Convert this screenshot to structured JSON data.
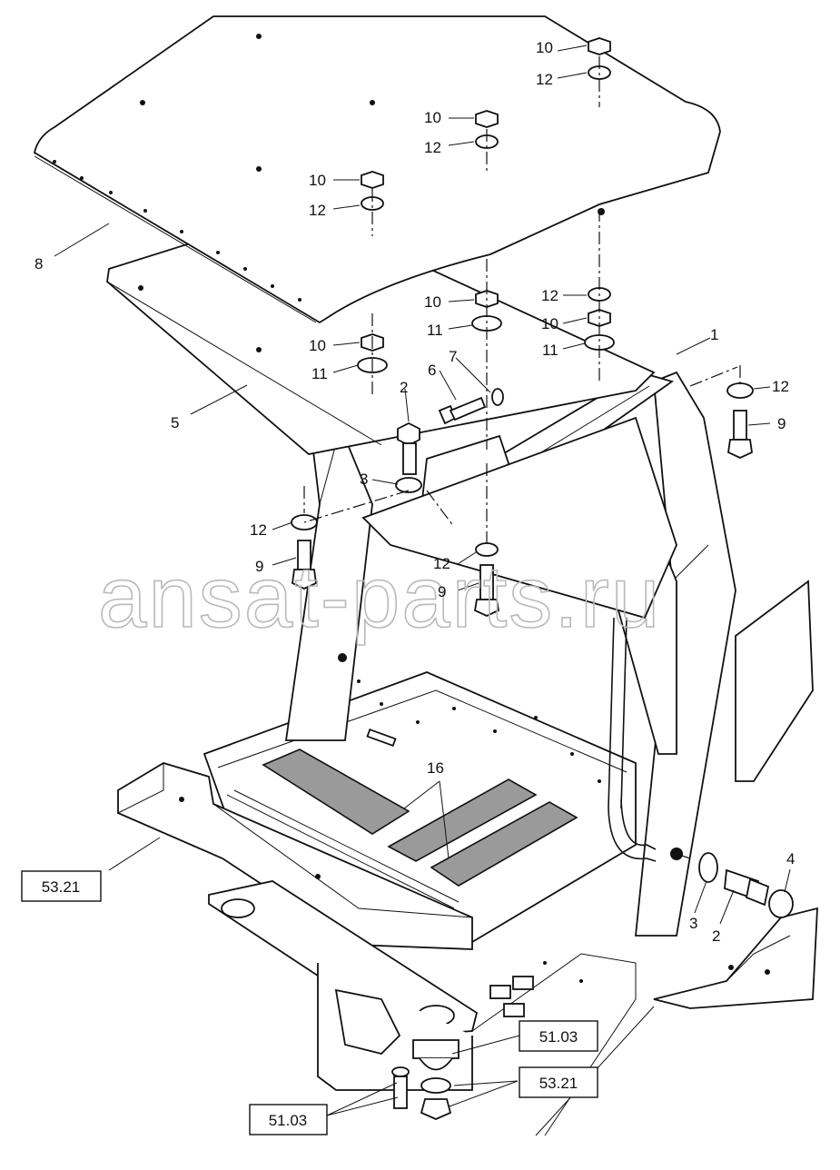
{
  "callouts": {
    "c1": "1",
    "c2a": "2",
    "c2b": "2",
    "c3a": "3",
    "c3b": "3",
    "c4": "4",
    "c5": "5",
    "c6": "6",
    "c7": "7",
    "c8": "8",
    "c9a": "9",
    "c9b": "9",
    "c9c": "9",
    "c10a": "10",
    "c10b": "10",
    "c10c": "10",
    "c10d": "10",
    "c10e": "10",
    "c10f": "10",
    "c11a": "11",
    "c11b": "11",
    "c11c": "11",
    "c12a": "12",
    "c12b": "12",
    "c12c": "12",
    "c12d": "12",
    "c12e": "12",
    "c12f": "12",
    "c12g": "12",
    "c16": "16"
  },
  "references": {
    "ref_left": "53.21",
    "ref_mount_top": "51.03",
    "ref_mount_right": "53.21",
    "ref_mount_left": "51.03"
  },
  "watermark": "ansat-parts.ru"
}
